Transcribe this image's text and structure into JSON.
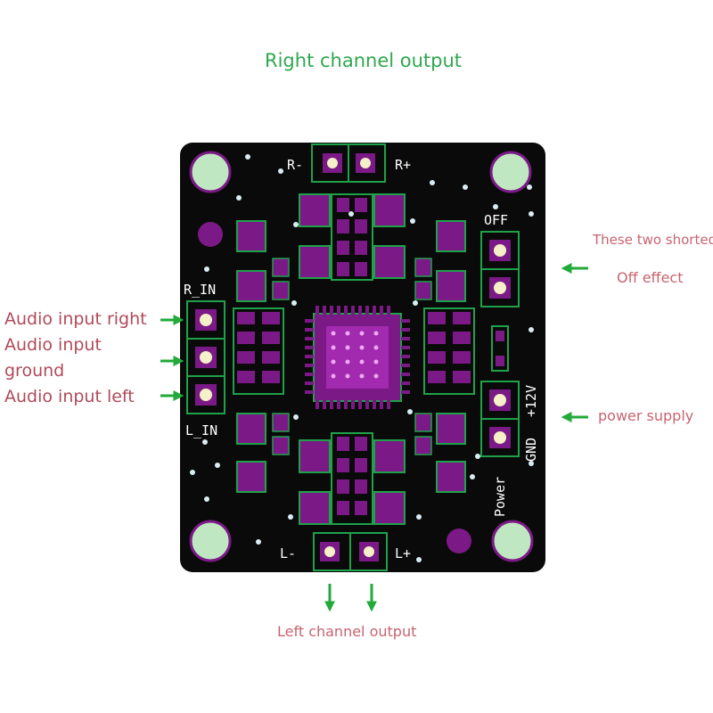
{
  "title": "Right channel output",
  "annotations": {
    "shorted_line1": "These two shorted",
    "shorted_line2": "Off effect",
    "power_supply": "power supply",
    "input_right": "Audio input right",
    "input_ground_1": "Audio input",
    "input_ground_2": "ground",
    "input_left": "Audio input left",
    "left_output": "Left channel output"
  },
  "silkscreen": {
    "r_minus": "R-",
    "r_plus": "R+",
    "off": "OFF",
    "r_in": "R_IN",
    "l_in": "L_IN",
    "gnd": "GND",
    "plus12v": "+12V",
    "power": "Power",
    "l_minus": "L-",
    "l_plus": "L+"
  },
  "colors": {
    "board": "#0a0a0a",
    "trace": "#1fa14a",
    "pad": "#7b1a86",
    "mount_hole": "#bfe8c2",
    "arrow": "#22aa3a",
    "title_text": "#2fa84f",
    "annotation_text": "#c86470"
  }
}
